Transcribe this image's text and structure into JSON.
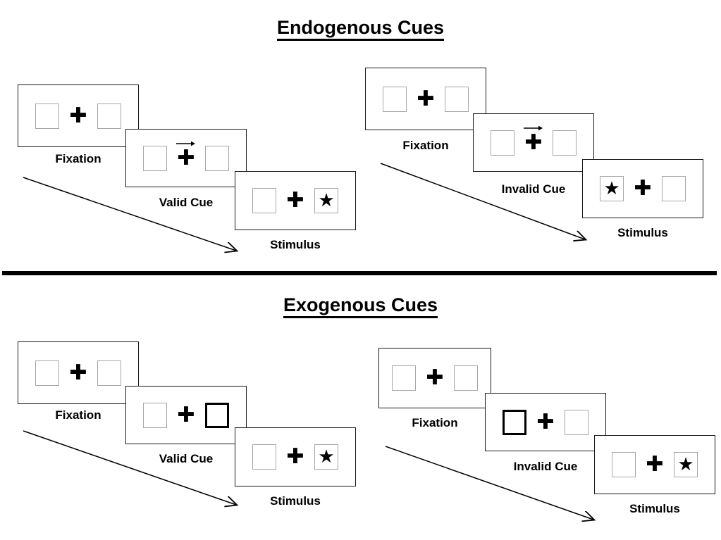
{
  "figure": {
    "title_endogenous": "Endogenous Cues",
    "title_exogenous": "Exogenous Cues",
    "glyphs": {
      "fixation_cross": "✚",
      "target_star": "★",
      "arrow_cue": "arrow-right-cue-icon",
      "flow_arrow": "flow-arrow-icon"
    },
    "colors": {
      "ink": "#000000",
      "panel_border": "#1a1a1a",
      "box_border": "#a6a6a6",
      "box_cued_border": "#000000",
      "background": "#ffffff"
    }
  },
  "sections": [
    {
      "id": "endogenous",
      "title": "Endogenous Cues",
      "cue_type": "central arrow cue",
      "sequences": [
        {
          "id": "endogenous-valid",
          "condition": "Valid",
          "frames": [
            {
              "label": "Fixation",
              "left_box": {
                "cued": false,
                "target": false
              },
              "right_box": {
                "cued": false,
                "target": false
              },
              "center": {
                "fixation": true,
                "arrow": false
              }
            },
            {
              "label": "Valid Cue",
              "left_box": {
                "cued": false,
                "target": false
              },
              "right_box": {
                "cued": false,
                "target": false
              },
              "center": {
                "fixation": true,
                "arrow": true,
                "arrow_direction": "right"
              }
            },
            {
              "label": "Stimulus",
              "left_box": {
                "cued": false,
                "target": false
              },
              "right_box": {
                "cued": false,
                "target": true
              },
              "center": {
                "fixation": true,
                "arrow": false
              }
            }
          ]
        },
        {
          "id": "endogenous-invalid",
          "condition": "Invalid",
          "frames": [
            {
              "label": "Fixation",
              "left_box": {
                "cued": false,
                "target": false
              },
              "right_box": {
                "cued": false,
                "target": false
              },
              "center": {
                "fixation": true,
                "arrow": false
              }
            },
            {
              "label": "Invalid Cue",
              "left_box": {
                "cued": false,
                "target": false
              },
              "right_box": {
                "cued": false,
                "target": false
              },
              "center": {
                "fixation": true,
                "arrow": true,
                "arrow_direction": "right"
              }
            },
            {
              "label": "Stimulus",
              "left_box": {
                "cued": false,
                "target": true
              },
              "right_box": {
                "cued": false,
                "target": false
              },
              "center": {
                "fixation": true,
                "arrow": false
              }
            }
          ]
        }
      ]
    },
    {
      "id": "exogenous",
      "title": "Exogenous Cues",
      "cue_type": "peripheral box brightening cue",
      "sequences": [
        {
          "id": "exogenous-valid",
          "condition": "Valid",
          "frames": [
            {
              "label": "Fixation",
              "left_box": {
                "cued": false,
                "target": false
              },
              "right_box": {
                "cued": false,
                "target": false
              },
              "center": {
                "fixation": true,
                "arrow": false
              }
            },
            {
              "label": "Valid Cue",
              "left_box": {
                "cued": false,
                "target": false
              },
              "right_box": {
                "cued": true,
                "target": false
              },
              "center": {
                "fixation": true,
                "arrow": false
              }
            },
            {
              "label": "Stimulus",
              "left_box": {
                "cued": false,
                "target": false
              },
              "right_box": {
                "cued": false,
                "target": true
              },
              "center": {
                "fixation": true,
                "arrow": false
              }
            }
          ]
        },
        {
          "id": "exogenous-invalid",
          "condition": "Invalid",
          "frames": [
            {
              "label": "Fixation",
              "left_box": {
                "cued": false,
                "target": false
              },
              "right_box": {
                "cued": false,
                "target": false
              },
              "center": {
                "fixation": true,
                "arrow": false
              }
            },
            {
              "label": "Invalid Cue",
              "left_box": {
                "cued": true,
                "target": false
              },
              "right_box": {
                "cued": false,
                "target": false
              },
              "center": {
                "fixation": true,
                "arrow": false
              }
            },
            {
              "label": "Stimulus",
              "left_box": {
                "cued": false,
                "target": false
              },
              "right_box": {
                "cued": false,
                "target": true
              },
              "center": {
                "fixation": true,
                "arrow": false
              }
            }
          ]
        }
      ]
    }
  ],
  "labels": {
    "fixation": "Fixation",
    "valid_cue": "Valid Cue",
    "invalid_cue": "Invalid Cue",
    "stimulus": "Stimulus"
  }
}
